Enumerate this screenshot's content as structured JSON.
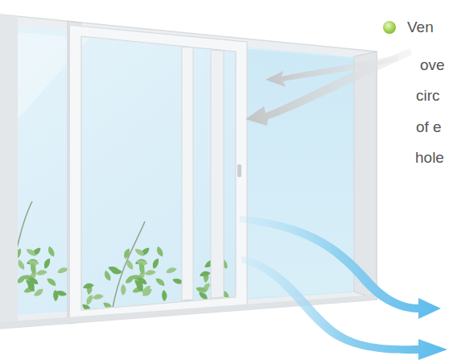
{
  "diagram": {
    "labels": [
      "Ven",
      "ove",
      "circ",
      "of e",
      "hole"
    ]
  }
}
